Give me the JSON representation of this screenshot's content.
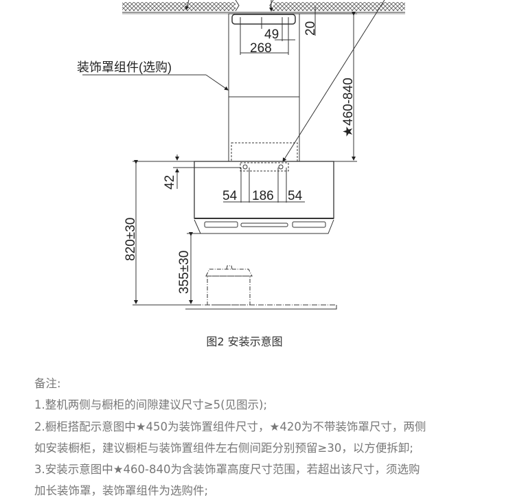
{
  "diagram": {
    "component_label": "装饰罩组件(选购)",
    "dims": {
      "d49": "49",
      "d268": "268",
      "d20": "20",
      "height_range": "★460-840",
      "d42": "42",
      "d54_left": "54",
      "d186": "186",
      "d54_right": "54",
      "d820": "820±30",
      "d355": "355±30"
    },
    "caption": "图2 安装示意图"
  },
  "notes": {
    "title": "备注:",
    "lines": [
      "1.整机两侧与橱柜的间隙建议尺寸≥5(见图示);",
      "2.橱柜搭配示意图中★450为装饰置组件尺寸，★420为不带装饰罩尺寸，两侧",
      "如安装橱柜，建议橱柜与装饰置组件左右侧间距分别预留≥30，以方便拆卸;",
      "3.安装示意图中★460-840为含装饰罩高度尺寸范围，若超出该尺寸，须选购",
      "加长装饰罩，装饰罩组件为选购件;"
    ]
  }
}
